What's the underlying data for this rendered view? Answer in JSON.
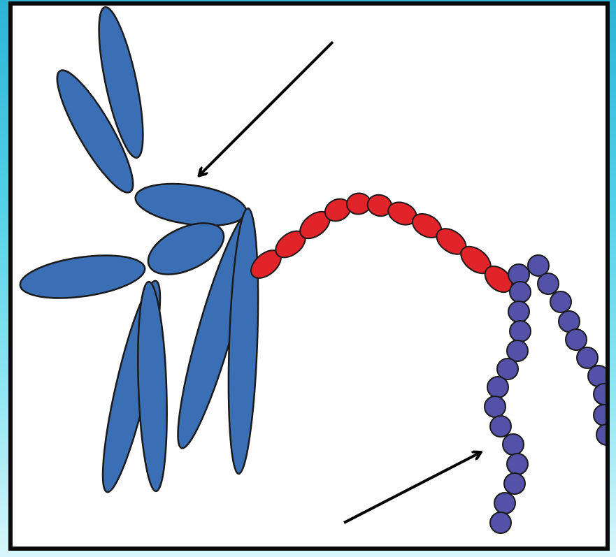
{
  "diagram": {
    "colors": {
      "background": "#ffffff",
      "frame": "#0a0a0a",
      "slide_background": "#4fd0e8",
      "branching_chain": "#3a6fb5",
      "linear_chain": "#e0242a",
      "bead_chain": "#5352a8",
      "outline": "#1a1a1a",
      "arrow": "#000000"
    },
    "parts": [
      {
        "id": "branching-chain",
        "color_key": "branching_chain"
      },
      {
        "id": "linear-chain",
        "color_key": "linear_chain"
      },
      {
        "id": "bead-chain",
        "color_key": "bead_chain"
      }
    ],
    "arrows": [
      {
        "id": "arrow-top",
        "target": "branching-chain"
      },
      {
        "id": "arrow-bottom",
        "target": "bead-chain"
      }
    ]
  }
}
